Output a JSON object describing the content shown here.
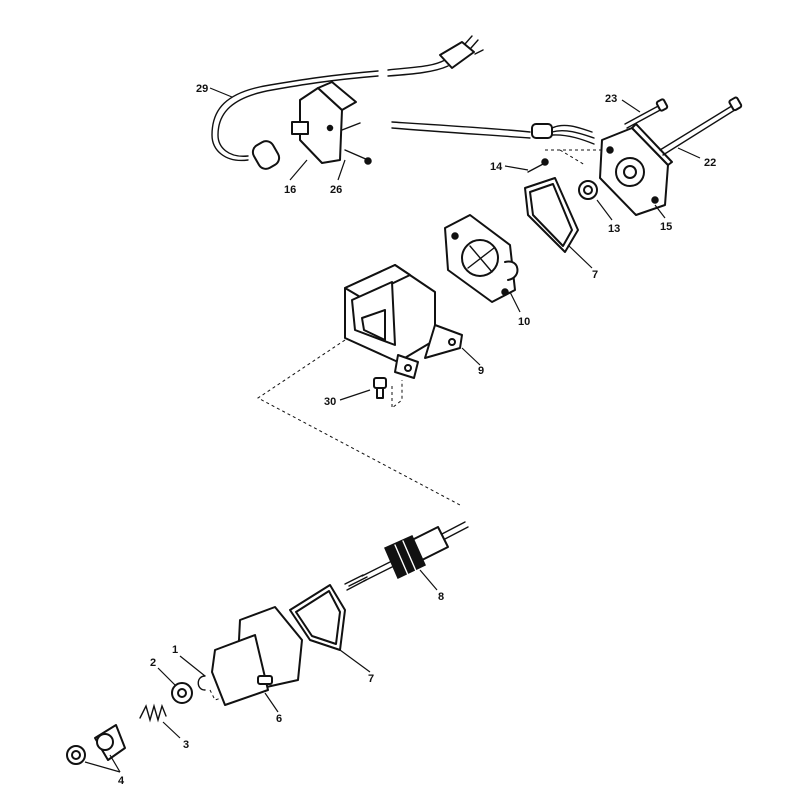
{
  "diagram": {
    "callouts": [
      {
        "id": "c1",
        "label": "1"
      },
      {
        "id": "c2",
        "label": "2"
      },
      {
        "id": "c3",
        "label": "3"
      },
      {
        "id": "c4",
        "label": "4"
      },
      {
        "id": "c6",
        "label": "6"
      },
      {
        "id": "c7a",
        "label": "7"
      },
      {
        "id": "c7b",
        "label": "7"
      },
      {
        "id": "c8",
        "label": "8"
      },
      {
        "id": "c9",
        "label": "9"
      },
      {
        "id": "c10",
        "label": "10"
      },
      {
        "id": "c13",
        "label": "13"
      },
      {
        "id": "c14",
        "label": "14"
      },
      {
        "id": "c15",
        "label": "15"
      },
      {
        "id": "c16",
        "label": "16"
      },
      {
        "id": "c22",
        "label": "22"
      },
      {
        "id": "c23",
        "label": "23"
      },
      {
        "id": "c26",
        "label": "26"
      },
      {
        "id": "c29",
        "label": "29"
      },
      {
        "id": "c30",
        "label": "30"
      }
    ]
  }
}
